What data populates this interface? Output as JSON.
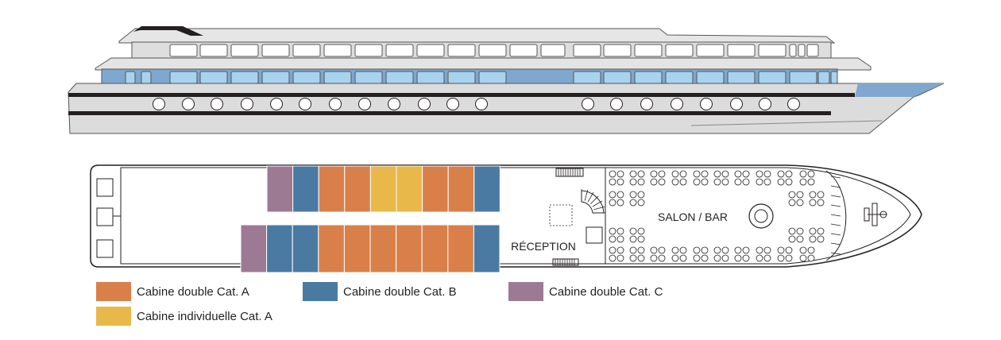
{
  "colors": {
    "cat_a_double": "#d9804a",
    "cat_b_double": "#4a7aa2",
    "cat_c_double": "#9c7a94",
    "cat_a_single": "#e8b94a",
    "hull_grey": "#d6d6d6",
    "window_blue": "#a9d2ef",
    "deck_blue": "#7fa7cf",
    "outline": "#231f20"
  },
  "deck_plan": {
    "labels": {
      "reception": "RÉCEPTION",
      "salon_bar": "SALON / BAR"
    },
    "top_row_cabins": [
      "cat_c_double",
      "cat_b_double",
      "cat_a_double",
      "cat_a_double",
      "cat_a_single",
      "cat_a_single",
      "cat_a_double",
      "cat_a_double",
      "cat_b_double"
    ],
    "bottom_row_cabins": [
      "cat_c_double",
      "cat_b_double",
      "cat_b_double",
      "cat_a_double",
      "cat_a_double",
      "cat_a_double",
      "cat_a_double",
      "cat_a_double",
      "cat_a_double",
      "cat_b_double"
    ]
  },
  "legend": [
    {
      "key": "cat_a_double",
      "label": "Cabine double Cat. A",
      "color": "#d9804a"
    },
    {
      "key": "cat_b_double",
      "label": "Cabine double Cat. B",
      "color": "#4a7aa2"
    },
    {
      "key": "cat_c_double",
      "label": "Cabine double Cat. C",
      "color": "#9c7a94"
    },
    {
      "key": "cat_a_single",
      "label": "Cabine individuelle Cat. A",
      "color": "#e8b94a"
    }
  ]
}
